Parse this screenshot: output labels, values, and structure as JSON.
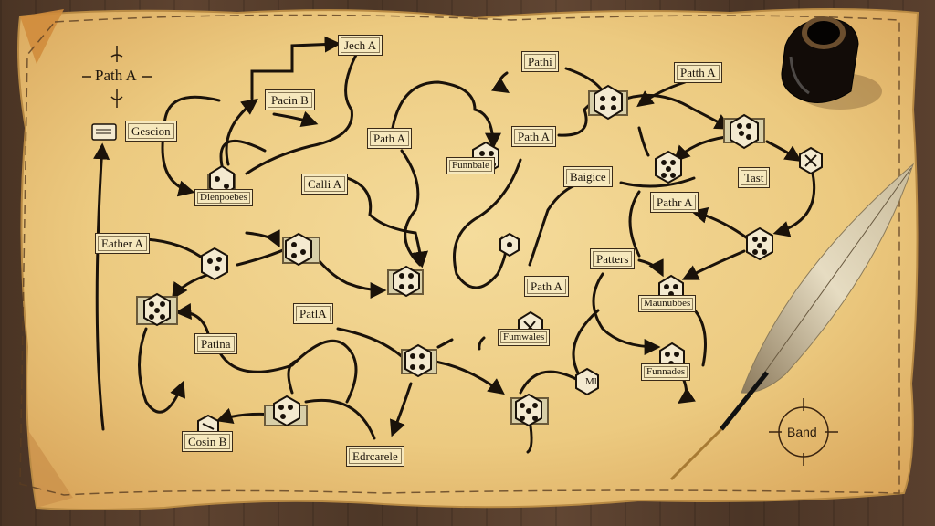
{
  "scene": {
    "description": "Aged parchment map of branching paths with dice nodes, inkwell and quill on wooden table",
    "colors": {
      "parchment": "#f0d38e",
      "parchment_edge": "#d9a85a",
      "ink": "#1a120a",
      "wood": "#4f3828",
      "label_fill": "#f6e8bd",
      "die_fill": "#f4ead0",
      "dashed_border": "#5a3d22"
    }
  },
  "compass_marks": {
    "top_left": "Path A",
    "bottom_right": "Band"
  },
  "labels": [
    {
      "id": "jech-a",
      "text": "Jech A"
    },
    {
      "id": "path-b",
      "text": "Pacin B"
    },
    {
      "id": "gescion",
      "text": "Gescion"
    },
    {
      "id": "dice-tl",
      "text": "Dienpoebes"
    },
    {
      "id": "path-a-1",
      "text": "Path A"
    },
    {
      "id": "calli-a",
      "text": "Calli A"
    },
    {
      "id": "pathi",
      "text": "Pathi"
    },
    {
      "id": "path-a-2",
      "text": "Path A"
    },
    {
      "id": "funn",
      "text": "Funnbale"
    },
    {
      "id": "path-a-tr",
      "text": "Patth A"
    },
    {
      "id": "baigice",
      "text": "Baigice"
    },
    {
      "id": "tast",
      "text": "Tast"
    },
    {
      "id": "path-a-r",
      "text": "Pathr A"
    },
    {
      "id": "eather-a",
      "text": "Eather A"
    },
    {
      "id": "patters",
      "text": "Patters"
    },
    {
      "id": "path-a-c",
      "text": "Path A"
    },
    {
      "id": "maunables",
      "text": "Maunubbes"
    },
    {
      "id": "funwales",
      "text": "Fumwales"
    },
    {
      "id": "patla",
      "text": "PatlA"
    },
    {
      "id": "patina",
      "text": "Patina"
    },
    {
      "id": "funnades",
      "text": "Funnades"
    },
    {
      "id": "ml",
      "text": "Ml"
    },
    {
      "id": "cosin-b",
      "text": "Cosin B"
    },
    {
      "id": "edrcarele",
      "text": "Edrcarele"
    }
  ],
  "objects": {
    "inkwell": "inkwell-icon",
    "quill": "quill-icon",
    "scroll_icon": "scroll-icon"
  }
}
